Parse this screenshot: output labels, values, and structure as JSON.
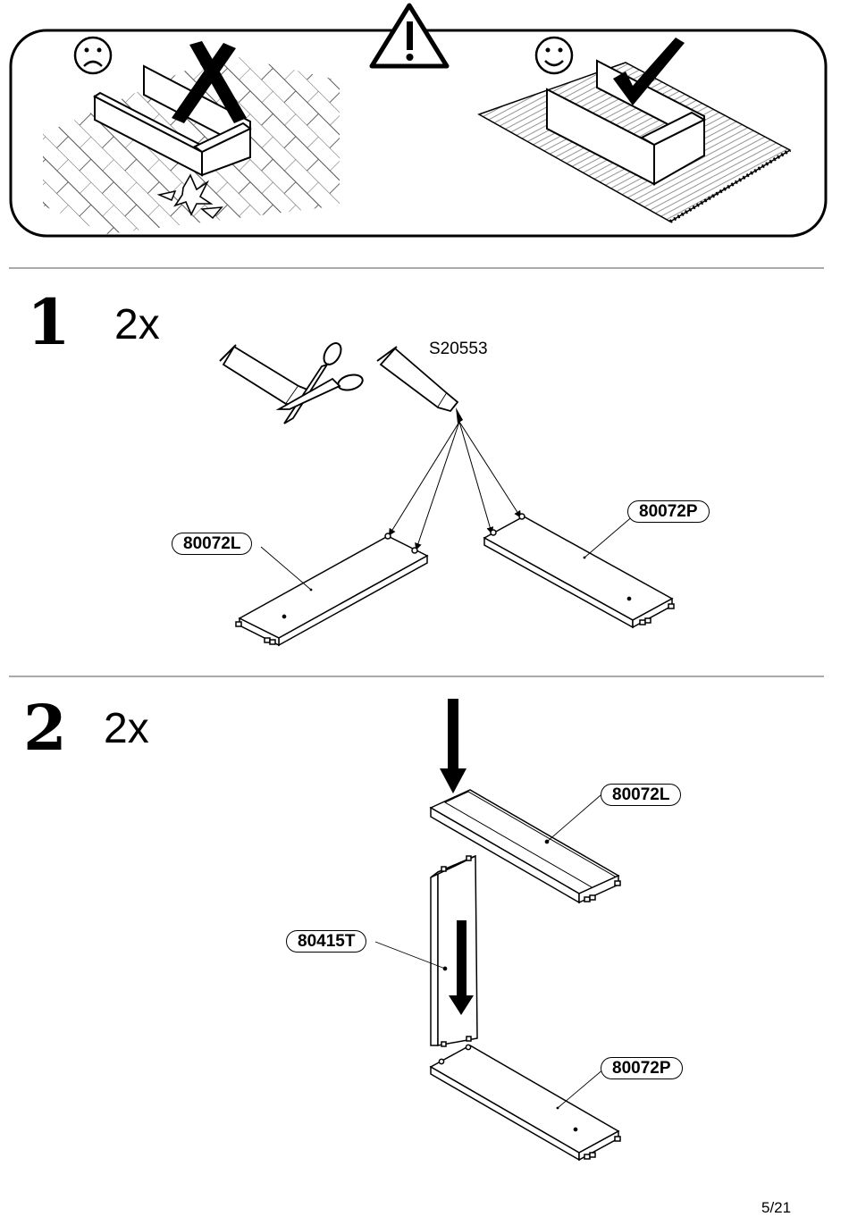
{
  "warning": {
    "bad_icon": "sad-face-icon",
    "good_icon": "happy-face-icon",
    "caution_icon": "warning-triangle-icon"
  },
  "step1": {
    "number": "1",
    "quantity": "2x",
    "glue_code": "S20553",
    "part_left": "80072L",
    "part_right": "80072P"
  },
  "step2": {
    "number": "2",
    "quantity": "2x",
    "part_top": "80072L",
    "part_side": "80415T",
    "part_bottom": "80072P"
  },
  "page": {
    "number": "5/21"
  }
}
